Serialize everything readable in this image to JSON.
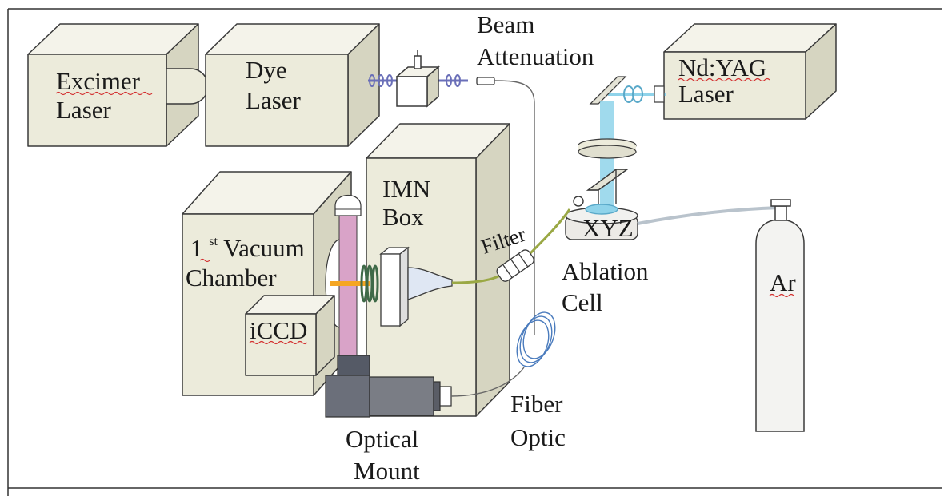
{
  "diagram": {
    "components": {
      "excimer_laser": [
        "Excimer",
        "Laser"
      ],
      "dye_laser": [
        "Dye",
        "Laser"
      ],
      "ndyag_laser": [
        "Nd:YAG",
        "Laser"
      ],
      "beam_attenuation": [
        "Beam",
        "Attenuation"
      ],
      "imn_box": [
        "IMN",
        "Box"
      ],
      "vacuum_chamber": {
        "number": "1",
        "superscript": "st",
        "rest": "Vacuum",
        "line2": "Chamber"
      },
      "iccd": "iCCD",
      "filter": "Filter",
      "xyz_stage": "XYZ",
      "ablation_cell": [
        "Ablation",
        "Cell"
      ],
      "argon": "Ar",
      "fiber_optic": [
        "Fiber",
        "Optic"
      ],
      "optical_mount": [
        "Optical",
        "Mount"
      ]
    },
    "colors": {
      "box_face": "#ecebdb",
      "box_side": "#d6d5c1",
      "box_top": "#f4f3ea",
      "outline": "#3a3a3a",
      "laser_beam": "#8fd3ea",
      "plasma_tube": "#d9a3c8",
      "fiber": "#666666",
      "filter_fiber": "#9aa844",
      "argon_line": "#b9c3cc",
      "spell_underline": "#d32f2f"
    }
  }
}
